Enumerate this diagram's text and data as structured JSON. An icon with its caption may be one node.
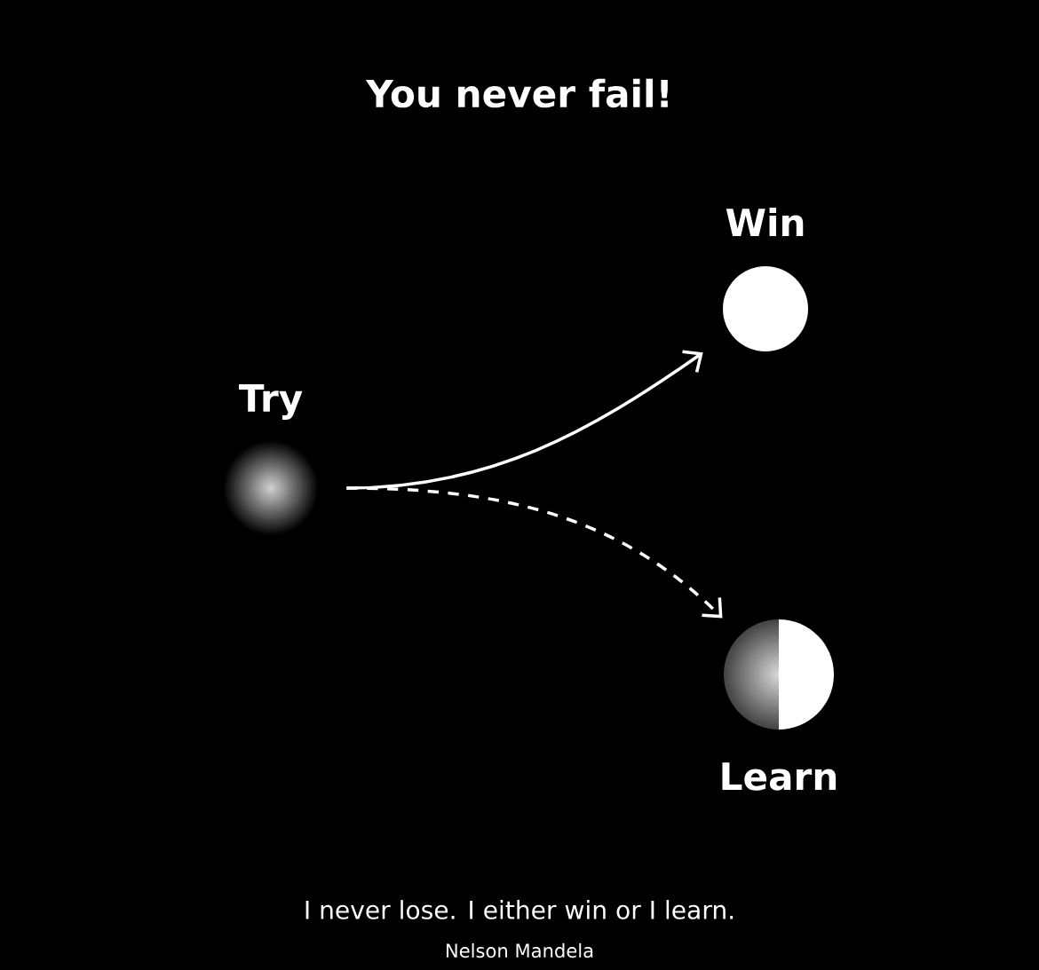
{
  "diagram": {
    "title": "You never fail!",
    "nodes": [
      {
        "text": [
          "Try"
        ]
      },
      {
        "text": [
          "Win"
        ]
      },
      {
        "text": [
          "Learn"
        ]
      }
    ],
    "edges": [
      {
        "from": 0,
        "to": 1,
        "arrow": "to"
      },
      {
        "from": 0,
        "to": 2,
        "arrow": "to",
        "style": "dashed"
      }
    ],
    "labels": [
      "I never lose. I either win or I learn.",
      "Nelson Mandela"
    ]
  }
}
